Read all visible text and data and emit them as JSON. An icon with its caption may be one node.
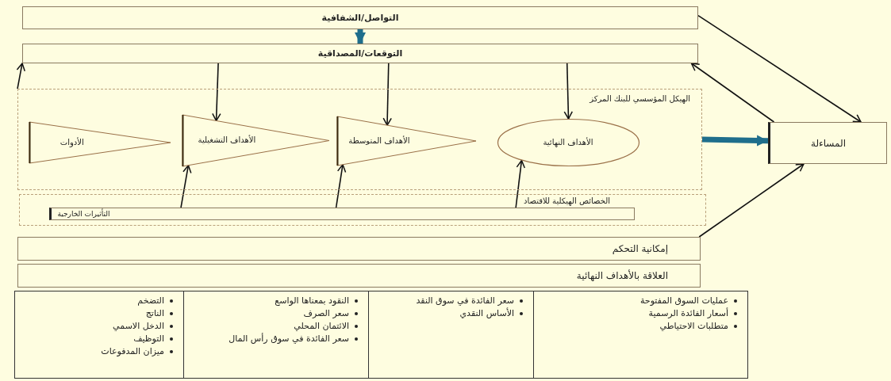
{
  "diagram": {
    "nodes": [
      {
        "text": [
          "التواصل/الشفافية"
        ]
      },
      {
        "text": [
          "التوقعات/المصداقية"
        ]
      },
      {
        "text": [
          "الهيكل المؤسسي للبنك المركز"
        ]
      },
      {
        "text": [
          "الأدوات"
        ],
        "in": 2
      },
      {
        "text": [
          "الأهداف التشغيلية"
        ],
        "in": 2
      },
      {
        "text": [
          "الأهداف المتوسطة"
        ],
        "in": 2
      },
      {
        "text": [
          "الأهداف النهائية"
        ],
        "in": 2
      },
      {
        "text": [
          "الخصائص الهيكلية للاقتصاد"
        ]
      },
      {
        "text": [
          "التأثيرات الخارجية"
        ],
        "in": 7
      },
      {
        "text": [
          "المساءلة"
        ]
      },
      {
        "text": [
          "إمكانية التحكم"
        ]
      },
      {
        "text": [
          "العلاقة بالأهداف النهائية"
        ]
      },
      {
        "text": [
          "عمليات السوق المفتوحة",
          "أسعار الفائدة الرسمية",
          "متطلبات الاحتياطي"
        ]
      },
      {
        "text": [
          "سعر الفائدة في سوق النقد",
          "الأساس النقدي"
        ]
      },
      {
        "text": [
          "النقود بمعناها الواسع",
          "سعر الصرف",
          "الائتمان المحلي",
          "سعر الفائدة في سوق رأس المال"
        ]
      },
      {
        "text": [
          "التضخم",
          "الناتج",
          "الدخل الاسمي",
          "التوظيف",
          "ميزان المدفوعات"
        ]
      }
    ],
    "edges": [
      {
        "from": 0,
        "to": 1,
        "arrow": "to",
        "style": "thick",
        "color": "#1f6e8c"
      },
      {
        "from": 2,
        "to": 9,
        "arrow": "to",
        "style": "thick",
        "color": "#1f6e8c"
      },
      {
        "from": 0,
        "to": 9,
        "arrow": "to"
      },
      {
        "from": 9,
        "to": 1,
        "arrow": "to"
      },
      {
        "from": 10,
        "to": 9,
        "arrow": "to"
      },
      {
        "from": 2,
        "to": 1,
        "arrow": "to"
      },
      {
        "from": 1,
        "to": 4,
        "arrow": "to"
      },
      {
        "from": 1,
        "to": 5,
        "arrow": "to"
      },
      {
        "from": 1,
        "to": 6,
        "arrow": "to"
      },
      {
        "from": 8,
        "to": 4,
        "arrow": "to"
      },
      {
        "from": 8,
        "to": 5,
        "arrow": "to"
      },
      {
        "from": 8,
        "to": 6,
        "arrow": "to"
      }
    ]
  }
}
